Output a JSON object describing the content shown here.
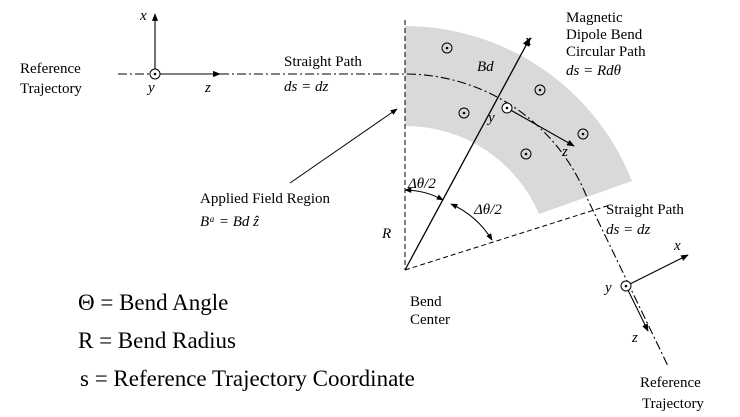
{
  "labels": {
    "magnetic_1": "Magnetic",
    "magnetic_2": "Dipole Bend",
    "magnetic_3": "Circular Path",
    "ds_rdtheta": "ds = Rdθ",
    "reference_left_1": "Reference",
    "reference_left_2": "Trajectory",
    "straight_path_top": "Straight Path",
    "ds_dz_top": "ds = dz",
    "bd": "Bd",
    "applied_field_region": "Applied Field Region",
    "field_eq": "Bᵃ = Bd ẑ",
    "delta_theta_half_1": "Δθ/2",
    "delta_theta_half_2": "Δθ/2",
    "r_label": "R",
    "straight_path_right": "Straight Path",
    "ds_dz_right": "ds = dz",
    "bend_center_1": "Bend",
    "bend_center_2": "Center",
    "reference_right_1": "Reference",
    "reference_right_2": "Trajectory",
    "legend_theta": "Θ = Bend Angle",
    "legend_r": "R = Bend Radius",
    "legend_s": "s = Reference Trajectory Coordinate"
  },
  "axes": {
    "left": {
      "x": "x",
      "y": "y",
      "z": "z"
    },
    "mid": {
      "x": "x",
      "y": "y",
      "z": "z"
    },
    "right": {
      "x": "x",
      "y": "y",
      "z": "z"
    }
  },
  "colors": {
    "field_region": "#d9d9d9",
    "ink": "#000000"
  }
}
